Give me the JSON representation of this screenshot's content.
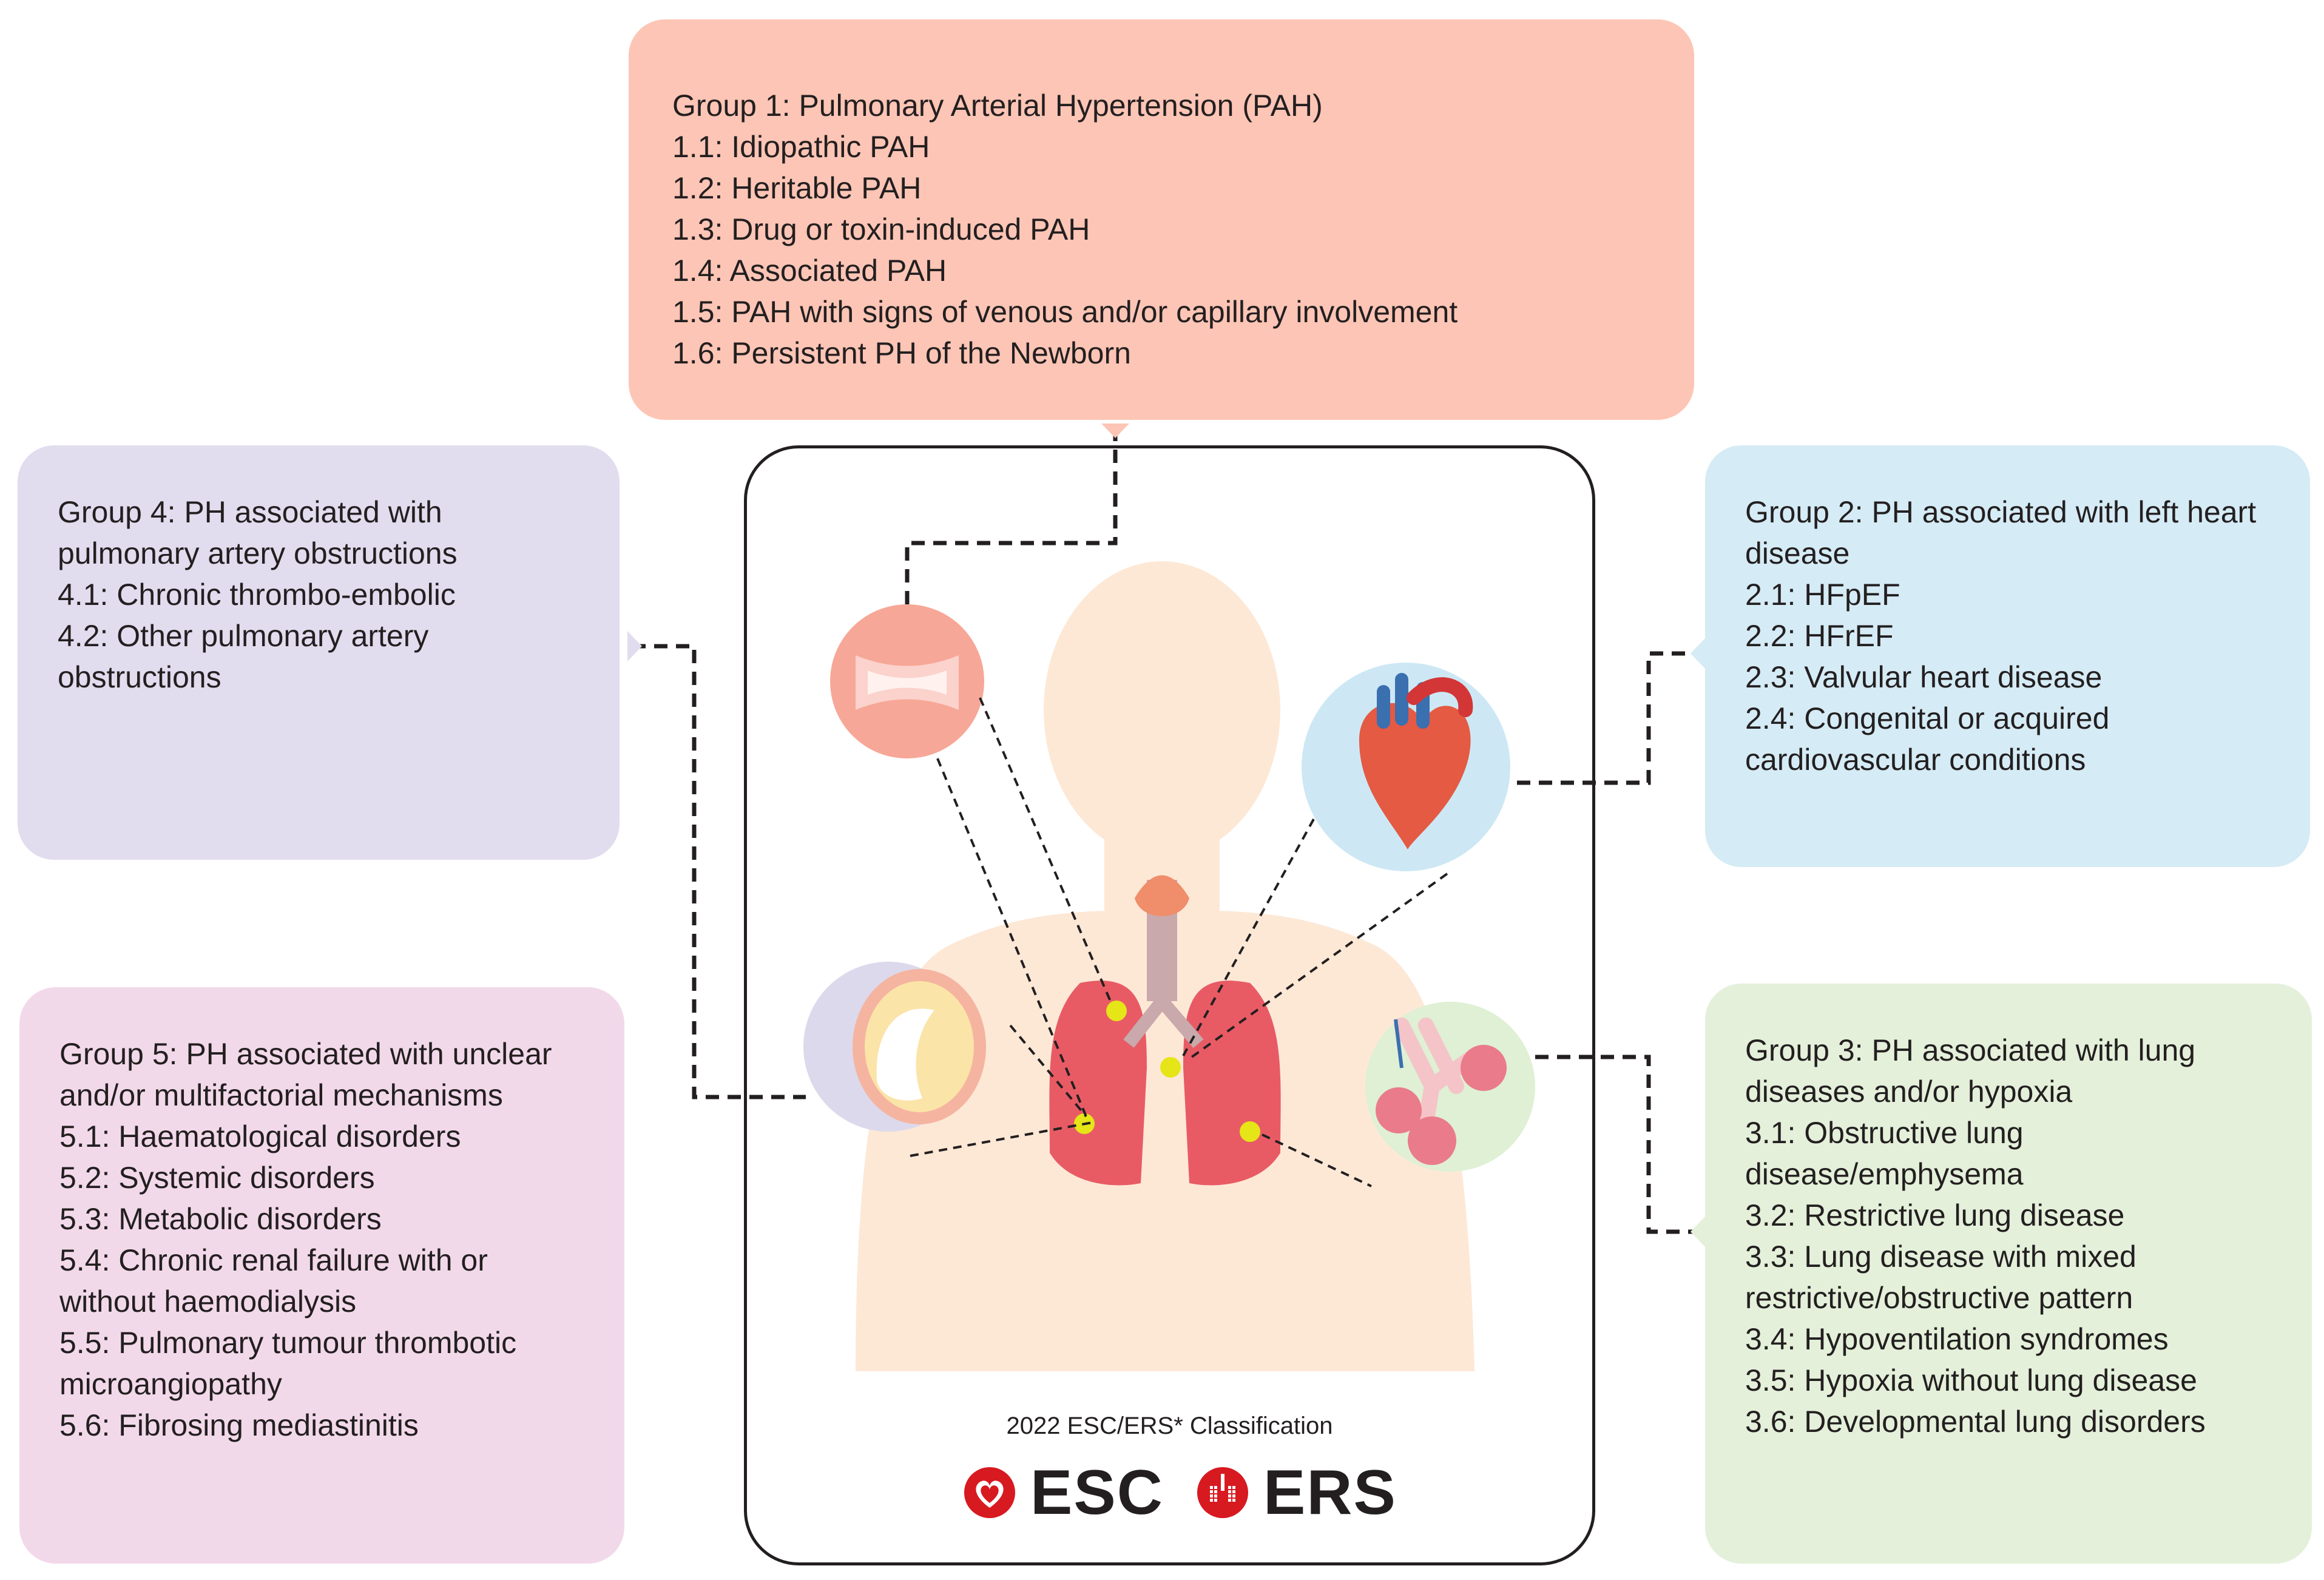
{
  "groups": {
    "g1": {
      "title": "Group 1: Pulmonary Arterial Hypertension (PAH)",
      "items": [
        "1.1:  Idiopathic PAH",
        "1.2: Heritable PAH",
        "1.3: Drug or toxin-induced PAH",
        "1.4: Associated PAH",
        "1.5: PAH with signs of venous and/or capillary involvement",
        "1.6: Persistent PH of the Newborn"
      ],
      "color": "#fdc5b5"
    },
    "g2": {
      "title": "Group 2: PH associated with left heart disease",
      "items": [
        "2.1:  HFpEF",
        "2.2: HFrEF",
        "2.3: Valvular heart disease",
        "2.4: Congenital or acquired cardiovascular conditions"
      ],
      "color": "#d5ebf5"
    },
    "g3": {
      "title": "Group 3: PH associated with lung diseases and/or hypoxia",
      "items": [
        "3.1: Obstructive lung disease/emphysema",
        "3.2: Restrictive lung disease",
        "3.3: Lung disease with mixed restrictive/obstructive pattern",
        "3.4: Hypoventilation syndromes",
        "3.5: Hypoxia without lung disease",
        "3.6: Developmental lung disorders"
      ],
      "color": "#e4f0da"
    },
    "g4": {
      "title": "Group 4: PH associated with pulmonary artery obstructions",
      "items": [
        "4.1:  Chronic thrombo-embolic",
        "4.2: Other pulmonary artery obstructions"
      ],
      "color": "#e1dcee"
    },
    "g5": {
      "title": "Group 5: PH associated with unclear and/or multifactorial mechanisms",
      "items": [
        "5.1:  Haematological disorders",
        "5.2: Systemic disorders",
        "5.3: Metabolic disorders",
        "5.4: Chronic renal failure with or without haemodialysis",
        "5.5: Pulmonary tumour thrombotic microangiopathy",
        "5.6: Fibrosing mediastinitis"
      ],
      "color": "#f2d9ea"
    }
  },
  "caption": "2022 ESC/ERS* Classification",
  "logos": {
    "esc": "ESC",
    "ers": "ERS"
  },
  "icons": {
    "vessel": "artery-cross-section-icon",
    "heart": "heart-icon",
    "thrombus": "thrombus-vessel-icon",
    "lung_tissue": "alveoli-icon",
    "lungs": "lungs-icon",
    "body": "torso-silhouette-icon"
  },
  "colors": {
    "marker": "#e5e517",
    "connector": "#231f20",
    "logo_red": "#d71920"
  }
}
